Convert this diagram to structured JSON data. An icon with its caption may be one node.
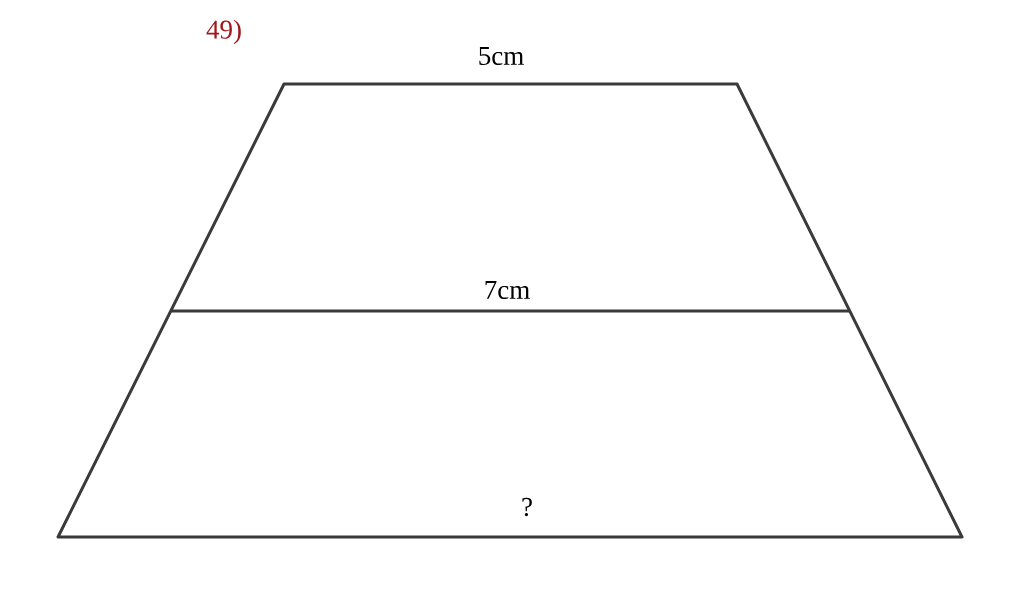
{
  "diagram": {
    "labels": [
      "49)",
      "5cm",
      "7cm",
      "?"
    ]
  }
}
